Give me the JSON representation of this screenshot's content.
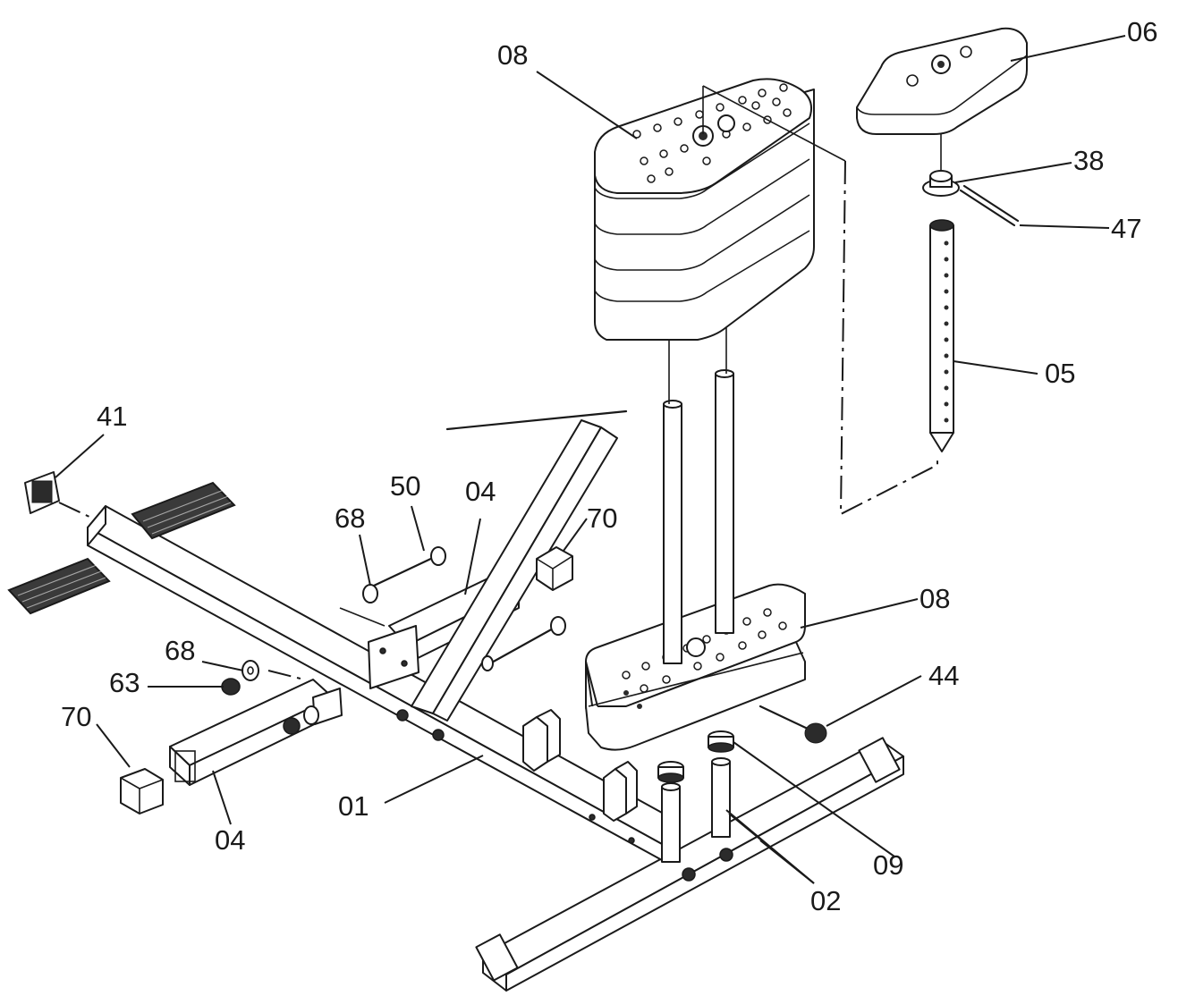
{
  "diagram": {
    "labels": {
      "top_plate": "08",
      "cap": "06",
      "collar": "38",
      "pin": "47",
      "selector_rod": "05",
      "end_cap_left": "41",
      "bolt": "50",
      "washer_top": "68",
      "crossbar_top": "04",
      "cap_right": "70",
      "bottom_plate": "08",
      "knob": "44",
      "washer_left": "68",
      "nut": "63",
      "cap_left": "70",
      "crossbar_bottom": "04",
      "main_frame": "01",
      "bushing": "09",
      "posts": "02"
    }
  }
}
